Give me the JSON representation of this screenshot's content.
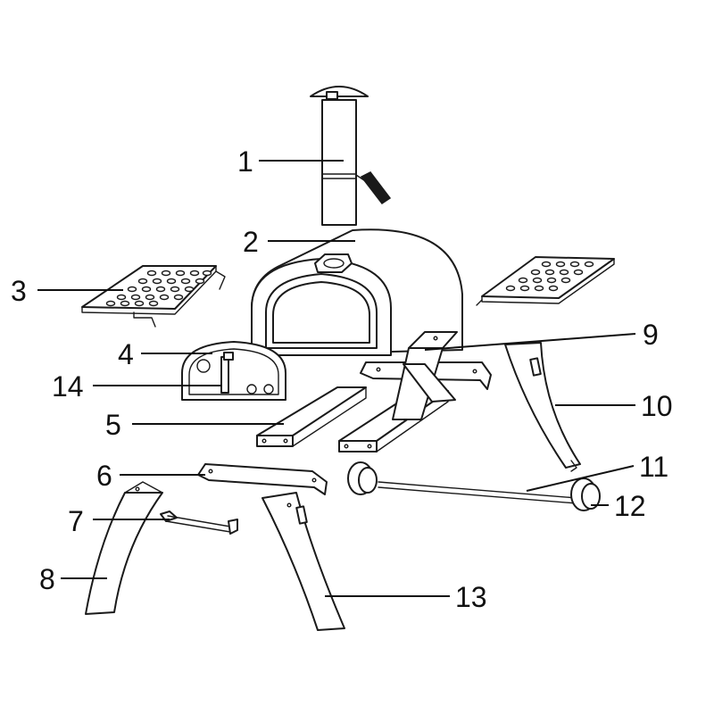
{
  "callouts": {
    "c1": "1",
    "c2": "2",
    "c3": "3",
    "c4": "4",
    "c5": "5",
    "c6": "6",
    "c7": "7",
    "c8": "8",
    "c9": "9",
    "c10": "10",
    "c11": "11",
    "c12": "12",
    "c13": "13",
    "c14": "14"
  },
  "colors": {
    "line": "#1a1a1a",
    "background": "#ffffff"
  }
}
